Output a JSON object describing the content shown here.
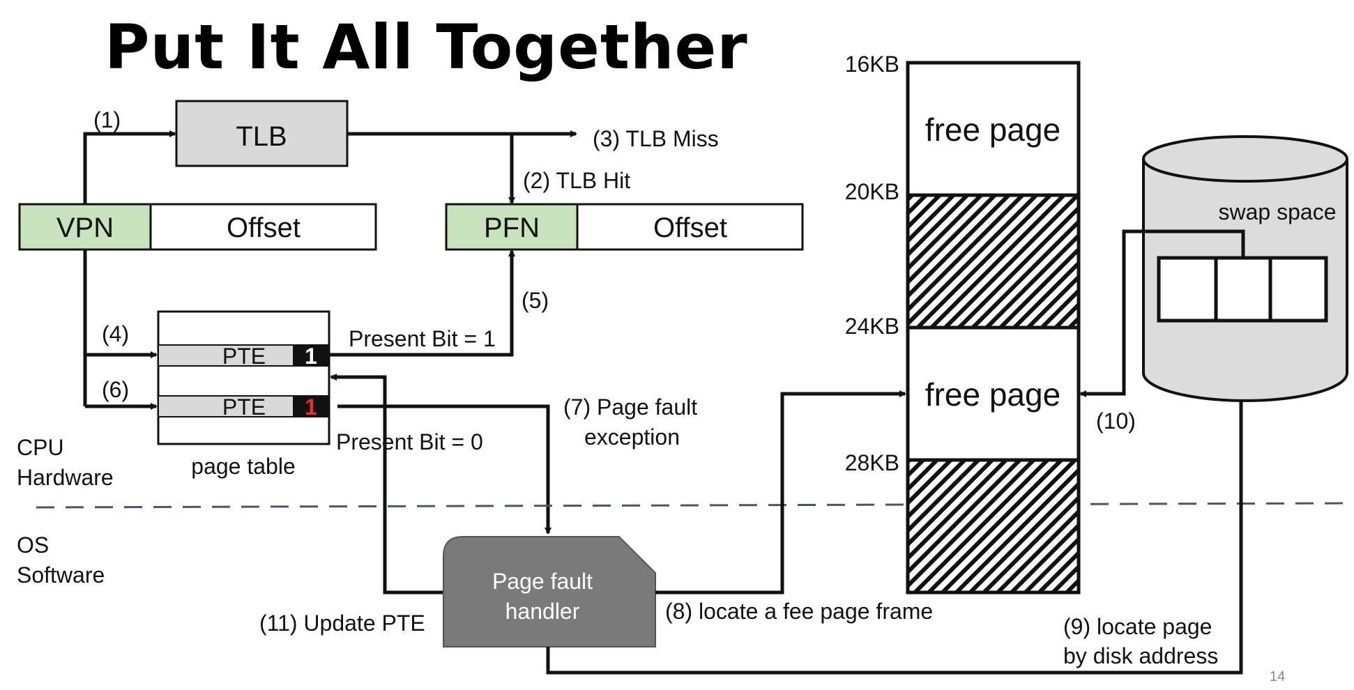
{
  "title": "Put It All Together",
  "tlb": {
    "label": "TLB"
  },
  "virtual_address": {
    "vpn": "VPN",
    "offset": "Offset"
  },
  "physical_address": {
    "pfn": "PFN",
    "offset": "Offset"
  },
  "steps": {
    "s1": "(1)",
    "s2": "(2) TLB Hit",
    "s3": "(3) TLB Miss",
    "s4": "(4)",
    "s5": "(5)",
    "s6": "(6)",
    "s7_line1": "(7) Page fault",
    "s7_line2": "exception",
    "s8": "(8) locate a fee page frame",
    "s9_line1": "(9) locate page",
    "s9_line2": "by disk address",
    "s10": "(10)",
    "s11": "(11) Update PTE"
  },
  "page_table": {
    "caption": "page table",
    "pte1_label": "PTE",
    "pte1_bit": "1",
    "pte2_label": "PTE",
    "pte2_bit": "1",
    "present1": "Present Bit = 1",
    "present0": "Present Bit = 0"
  },
  "layers": {
    "cpu_line1": "CPU",
    "cpu_line2": "Hardware",
    "os_line1": "OS",
    "os_line2": "Software"
  },
  "handler": {
    "line1": "Page fault",
    "line2": "handler"
  },
  "memory": {
    "addr_16": "16KB",
    "addr_20": "20KB",
    "addr_24": "24KB",
    "addr_28": "28KB",
    "free1": "free page",
    "free2": "free page"
  },
  "swap": {
    "label": "swap space"
  },
  "page_number": "14",
  "colors": {
    "vpn_fill": "#c9e3bf",
    "tlb_fill": "#d9d9d9",
    "pte_fill": "#d9d9d9",
    "bit_valid": "#ffffff",
    "bit_invalid": "#e8302a",
    "handler_fill": "#7a7a7a",
    "swap_fill": "#dcdcdc",
    "divider": "#4a5568"
  }
}
